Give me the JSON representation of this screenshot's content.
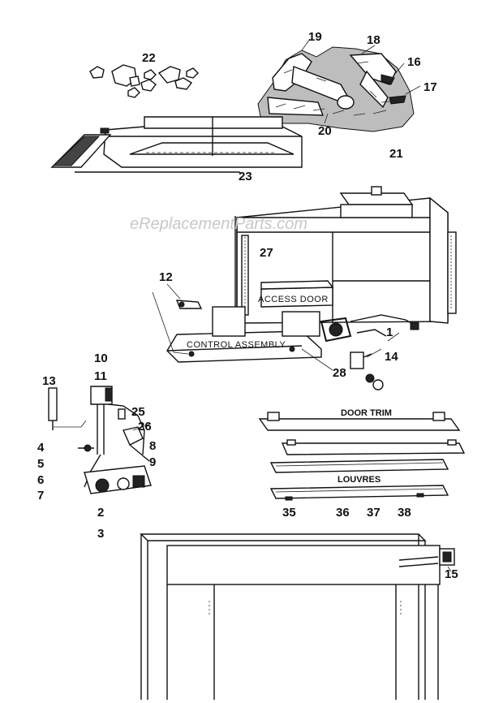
{
  "watermark": "eReplacementParts.com",
  "callouts": {
    "c1": "1",
    "c2": "2",
    "c3": "3",
    "c4": "4",
    "c5": "5",
    "c6": "6",
    "c7": "7",
    "c8": "8",
    "c9": "9",
    "c10": "10",
    "c11": "11",
    "c12": "12",
    "c13": "13",
    "c14": "14",
    "c15": "15",
    "c16": "16",
    "c17": "17",
    "c18": "18",
    "c19": "19",
    "c20": "20",
    "c21": "21",
    "c22": "22",
    "c23": "23",
    "c25": "25",
    "c26": "26",
    "c27": "27",
    "c28": "28",
    "c35": "35",
    "c36": "36",
    "c37": "37",
    "c38": "38"
  },
  "labels": {
    "access_door": "ACCESS DOOR",
    "control_assembly": "CONTROL ASSEMBLY",
    "door_trim": "DOOR TRIM",
    "louvres": "LOUVRES"
  }
}
